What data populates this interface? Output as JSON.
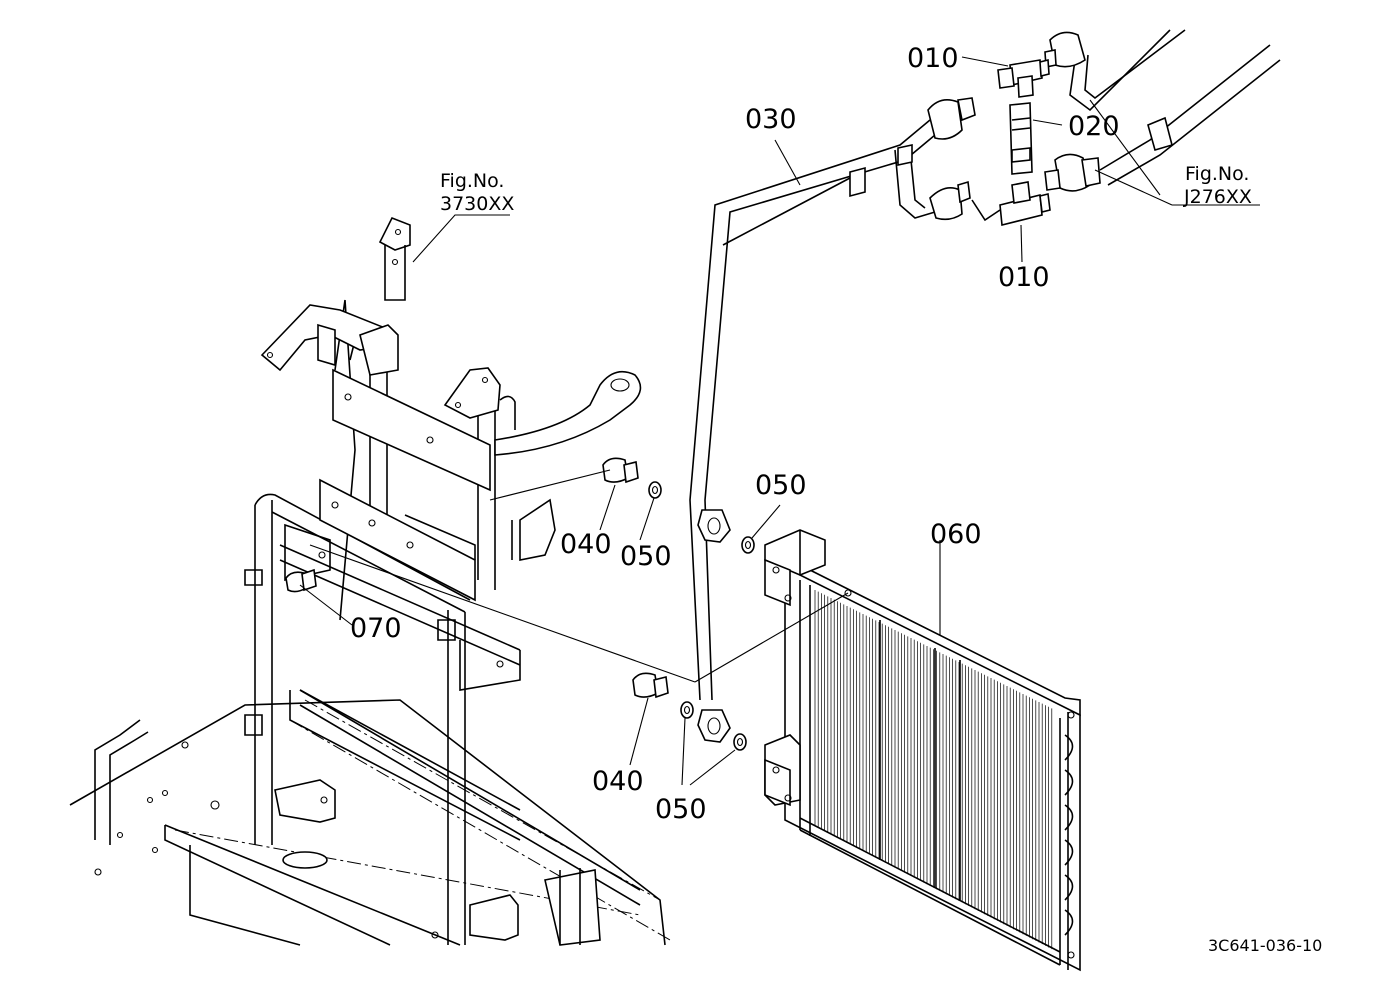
{
  "callouts": {
    "c010_top": "010",
    "c010_bottom": "010",
    "c020": "020",
    "c030": "030",
    "c040_top": "040",
    "c040_bottom": "040",
    "c050_top_left": "050",
    "c050_top_right": "050",
    "c050_bottom": "050",
    "c060": "060",
    "c070": "070"
  },
  "figure_refs": {
    "left": {
      "label": "Fig.No.",
      "number": "3730XX"
    },
    "right": {
      "label": "Fig.No.",
      "number": "J276XX"
    }
  },
  "drawing_code": "3C641-036-10"
}
